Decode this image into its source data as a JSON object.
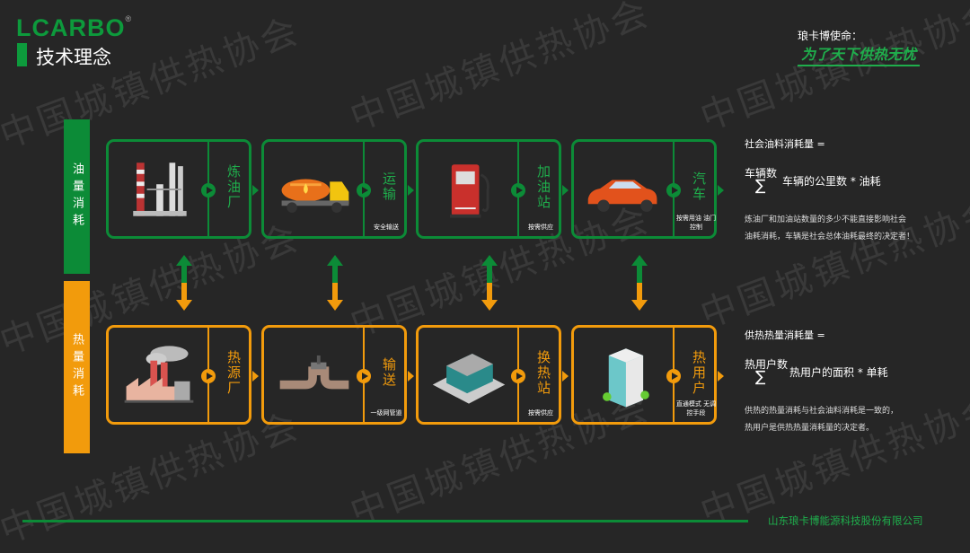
{
  "header": {
    "logo": "LCARBO",
    "registered": "®",
    "title": "技术理念",
    "mission_label": "琅卡博使命：",
    "mission": "为了天下供热无忧"
  },
  "watermark": "中国城镇供热协会",
  "oil": {
    "side_label": "油量消耗",
    "color": "#0c8b37",
    "cards": [
      {
        "label": "炼油厂",
        "sub": "",
        "icon": "refinery-icon"
      },
      {
        "label": "运输",
        "sub": "安全输送",
        "icon": "tanker-truck-icon"
      },
      {
        "label": "加油站",
        "sub": "按需供应",
        "icon": "fuel-pump-icon"
      },
      {
        "label": "汽车",
        "sub": "按需用油 油门控制",
        "icon": "car-icon"
      }
    ],
    "formula_title": "社会油料消耗量 =",
    "sum_top": "车辆数",
    "sigma": "∑",
    "expr": "车辆的公里数 * 油耗",
    "note_lines": [
      "炼油厂和加油站数量的多少不能直接影响社会",
      "油耗消耗，车辆是社会总体油耗最终的决定者！"
    ]
  },
  "heat": {
    "side_label": "热量消耗",
    "color": "#f29b0c",
    "cards": [
      {
        "label": "热源厂",
        "sub": "",
        "icon": "factory-icon"
      },
      {
        "label": "输送",
        "sub": "一级网管道",
        "icon": "pipeline-icon"
      },
      {
        "label": "换热站",
        "sub": "按需供应",
        "icon": "heat-station-icon"
      },
      {
        "label": "热用户",
        "sub": "直通模式 无调控手段",
        "icon": "building-icon"
      }
    ],
    "formula_title": "供热热量消耗量 =",
    "sum_top": "热用户数",
    "sigma": "∑",
    "expr": "热用户的面积 * 单耗",
    "note_lines": [
      "供热的热量消耗与社会油料消耗是一致的，",
      "热用户是供热热量消耗量的决定者。"
    ]
  },
  "footer": {
    "company": "山东琅卡博能源科技股份有限公司"
  }
}
